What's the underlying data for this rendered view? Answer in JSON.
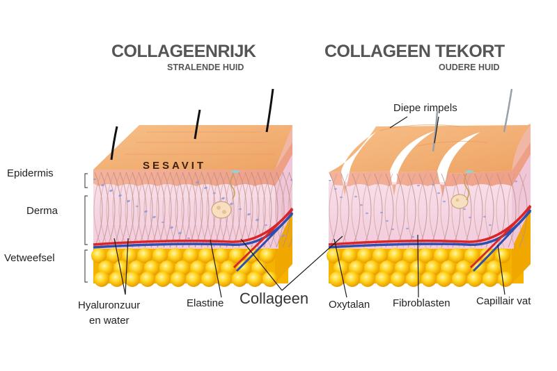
{
  "titles": {
    "left": {
      "main": "COLLAGEENRIJK",
      "sub": "STRALENDE HUID"
    },
    "right": {
      "main": "COLLAGEEN TEKORT",
      "sub": "OUDERE HUID"
    }
  },
  "layers": {
    "epidermis": "Epidermis",
    "derma": "Derma",
    "vetweefsel": "Vetweefsel"
  },
  "labels": {
    "hyaluronzuur_line1": "Hyaluronzuur",
    "hyaluronzuur_line2": "en water",
    "elastine": "Elastine",
    "collageen": "Collageen",
    "oxytalan": "Oxytalan",
    "fibroblasten": "Fibroblasten",
    "capillair": "Capillair vat",
    "rimpels": "Diepe rimpels"
  },
  "brand": {
    "text": "SESAVIT",
    "icon": "heart-icon"
  },
  "colors": {
    "skin_top": "#f5b27a",
    "skin_side": "#f2a47c",
    "derma": "#f6d9e6",
    "fat": "#f6b800",
    "fat_light": "#ffe36a",
    "artery": "#d8262b",
    "vein": "#2f4fae",
    "fiber": "#b98580"
  }
}
